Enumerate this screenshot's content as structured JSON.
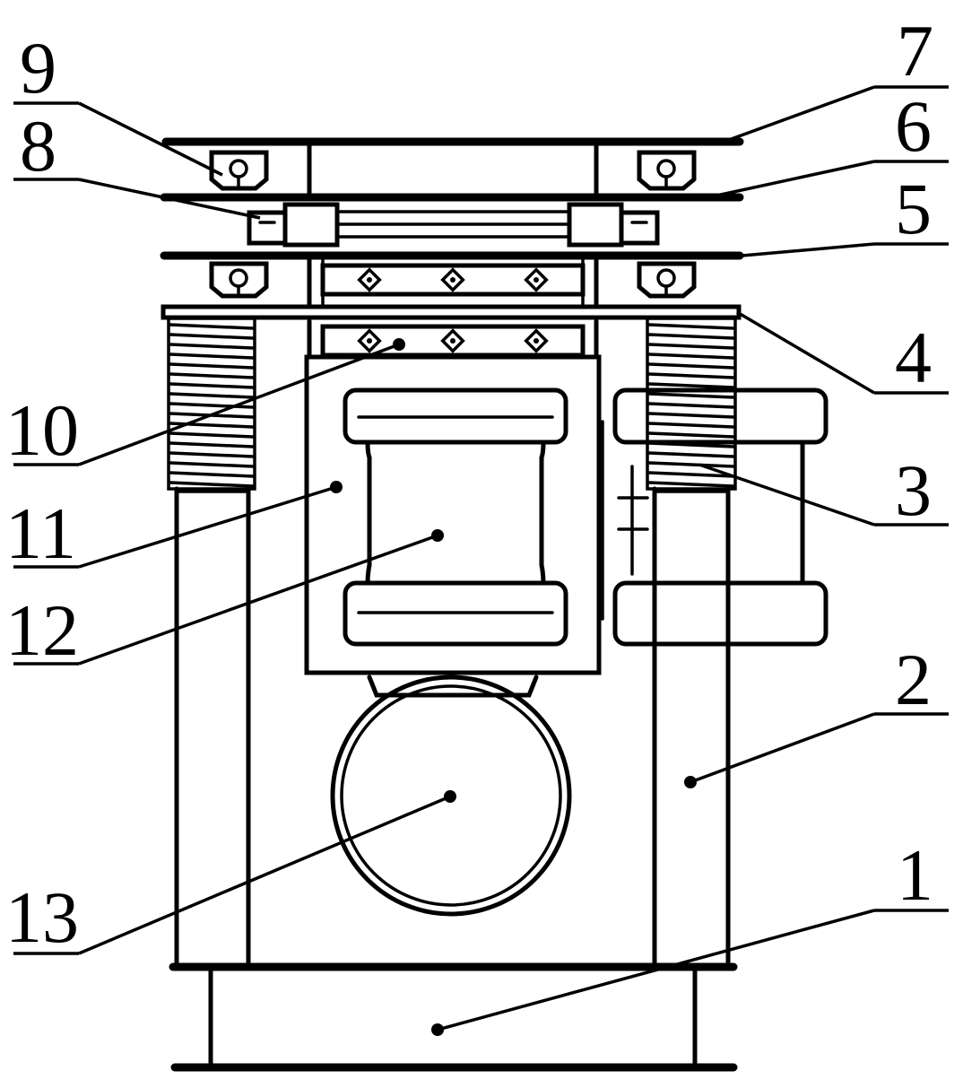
{
  "figure": {
    "background": "#ffffff",
    "line_color": "#000000",
    "callouts": [
      {
        "id": "label-1",
        "text": "1"
      },
      {
        "id": "label-2",
        "text": "2"
      },
      {
        "id": "label-3",
        "text": "3"
      },
      {
        "id": "label-4",
        "text": "4"
      },
      {
        "id": "label-5",
        "text": "5"
      },
      {
        "id": "label-6",
        "text": "6"
      },
      {
        "id": "label-7",
        "text": "7"
      },
      {
        "id": "label-8",
        "text": "8"
      },
      {
        "id": "label-9",
        "text": "9"
      },
      {
        "id": "label-10",
        "text": "10"
      },
      {
        "id": "label-11",
        "text": "11"
      },
      {
        "id": "label-12",
        "text": "12"
      },
      {
        "id": "label-13",
        "text": "13"
      }
    ]
  }
}
